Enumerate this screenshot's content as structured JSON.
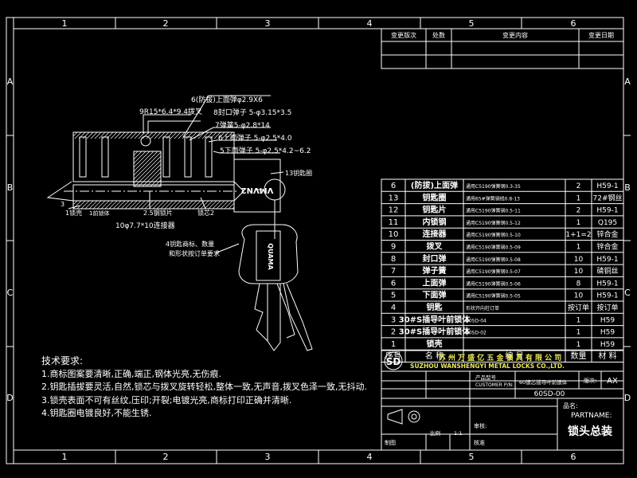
{
  "grid": {
    "cols": [
      "1",
      "2",
      "3",
      "4",
      "5",
      "6"
    ],
    "rows": [
      "A",
      "B",
      "C",
      "D"
    ]
  },
  "revision": {
    "headers": [
      "变更版次",
      "处数",
      "变更内容",
      "变更日期"
    ]
  },
  "bom": [
    {
      "no": "6",
      "name": "(防拔)上面弹",
      "spec": "通用C5190弹簧钢0.3-35",
      "qty": "2",
      "material": "H59-1"
    },
    {
      "no": "13",
      "name": "钥匙圈",
      "spec": "通用65#弹簧钢线0.8-13",
      "qty": "1",
      "material": "72#钢丝"
    },
    {
      "no": "12",
      "name": "钥匙片",
      "spec": "通用C5190弹簧钢0.5-11",
      "qty": "2",
      "material": "H59-1"
    },
    {
      "no": "11",
      "name": "内锁钢",
      "spec": "通用C5190弹簧钢0.5-12",
      "qty": "1",
      "material": "Q195"
    },
    {
      "no": "10",
      "name": "连接器",
      "spec": "通用C5190弹簧钢0.5-10",
      "qty": "1+1=2",
      "material": "锌合金"
    },
    {
      "no": "9",
      "name": "拨叉",
      "spec": "通用C5190弹簧钢0.5-09",
      "qty": "1",
      "material": "锌合金"
    },
    {
      "no": "8",
      "name": "封口弹",
      "spec": "通用C5190弹簧钢0.5-08",
      "qty": "10",
      "material": "H59-1"
    },
    {
      "no": "7",
      "name": "弹子簧",
      "spec": "通用C5190弹簧钢0.5-07",
      "qty": "10",
      "material": "磷铜丝"
    },
    {
      "no": "6",
      "name": "上面弹",
      "spec": "通用C5190弹簧钢0.5-06",
      "qty": "8",
      "material": "H59-1"
    },
    {
      "no": "5",
      "name": "下面弹",
      "spec": "通用C5190弹簧钢0.5-05",
      "qty": "10",
      "material": "H59-1"
    },
    {
      "no": "4",
      "name": "钥匙",
      "spec": "形状开向柱订单",
      "qty": "按订单",
      "material": "按订单"
    },
    {
      "no": "3",
      "name": "30#S插导叶前锁体",
      "spec": "60SD-04",
      "qty": "1",
      "material": "H59"
    },
    {
      "no": "2",
      "name": "30#S插导叶前锁体",
      "spec": "60SD-02",
      "qty": "1",
      "material": "H59"
    },
    {
      "no": "1",
      "name": "锁壳",
      "spec": "",
      "qty": "1",
      "material": "H59"
    }
  ],
  "bom_header": {
    "no": "序号",
    "name": "名 称",
    "spec": "编 号",
    "qty": "数量",
    "material": "材 料"
  },
  "company": {
    "cn": "苏 州 万 盛 亿 五 金 锁 具 有 限 公 司",
    "en": "SUZHOU WANSHENGYI METAL LOCKS CO.,LTD."
  },
  "title_block": {
    "product_model_label": "产品型号",
    "product_model": "60SD-00",
    "customer_label": "CUSTOMER P/N:",
    "description": "60锁芯插导叶前锁体",
    "revision_label": "版次:",
    "revision": "AX",
    "part_label": "品名:",
    "partname_label": "PARTNAME:",
    "partname": "锁头总装",
    "scale_label": "比例",
    "scale": "1:1",
    "check_label": "审核:",
    "draw_label": "制图",
    "approve_label": "核准"
  },
  "callouts": [
    "6(防拔)上面弹φ2.9X6",
    "9R15*6.4*9.4拨叉",
    "8封口弹子 5-φ3.15*3.5",
    "7弹簧5-φ2.8*14",
    "6上面弹子 5-φ2.5*4.0",
    "5下面弹子 5-φ2.5*4.2~6.2",
    "13钥匙圈",
    "3",
    "1锁壳",
    "1前锁体",
    "2.5钢锁片",
    "锁芯2",
    "10φ7.7*10连接器",
    "4钥匙商标、数量",
    "和形状按订单要求"
  ],
  "key_texts": {
    "tag": "VMVN2",
    "bow": "QUAMA"
  },
  "requirements": {
    "title": "技术要求:",
    "items": [
      "1.商标图案要清晰,正确,端正,钢体光亮,无伤痕.",
      "2.钥匙插拔要灵活,自然,锁芯与拨叉旋转轻松,整体一致,无声音,拨叉色泽一致,无抖动.",
      "3.锁壳表面不可有丝纹,压印;开裂;电镀光亮,商标打印正确并清晰.",
      "4.钥匙圈电镀良好,不能生锈."
    ]
  }
}
